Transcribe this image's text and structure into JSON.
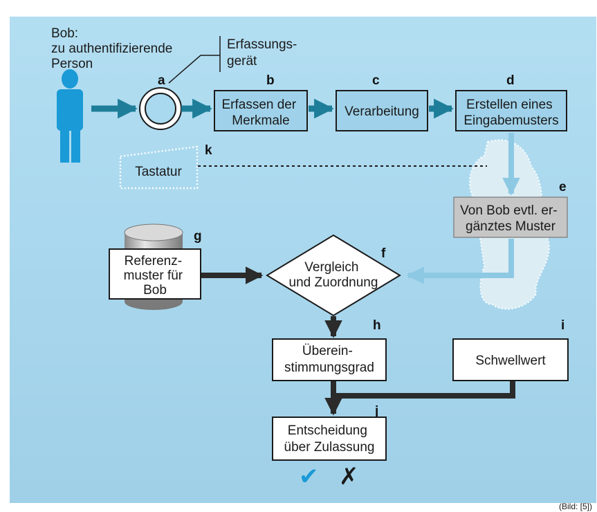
{
  "person": {
    "line1": "Bob:",
    "line2": "zu authentifizierende",
    "line3": "Person"
  },
  "device": {
    "line1": "Erfassungs-",
    "line2": "gerät"
  },
  "letters": {
    "a": "a",
    "b": "b",
    "c": "c",
    "d": "d",
    "e": "e",
    "f": "f",
    "g": "g",
    "h": "h",
    "i": "i",
    "j": "j",
    "k": "k"
  },
  "boxes": {
    "capture": {
      "line1": "Erfassen der",
      "line2": "Merkmale"
    },
    "processing": {
      "line1": "Verarbeitung"
    },
    "pattern": {
      "line1": "Erstellen eines",
      "line2": "Eingabemusters"
    },
    "supplemented": {
      "line1": "Von Bob evtl. er-",
      "line2": "gänztes Muster"
    },
    "keyboard": {
      "line1": "Tastatur"
    },
    "reference": {
      "line1": "Referenz-",
      "line2": "muster für",
      "line3": "Bob"
    },
    "compare": {
      "line1": "Vergleich",
      "line2": "und Zuordnung"
    },
    "match": {
      "line1": "Überein-",
      "line2": "stimmungsgrad"
    },
    "threshold": {
      "line1": "Schwellwert"
    },
    "decision": {
      "line1": "Entscheidung",
      "line2": "über Zulassung"
    }
  },
  "outcomes": {
    "accept": "✔",
    "reject": "✗"
  },
  "source": "(Bild: [5])",
  "colors": {
    "background": "#a9d9ef",
    "box": "#9fd2ea",
    "arrow_teal": "#1e7e99",
    "arrow_light": "#8ec9e4",
    "person": "#1a9ad6",
    "gray_box": "#c6c6c6",
    "dark": "#2b2b2b"
  }
}
